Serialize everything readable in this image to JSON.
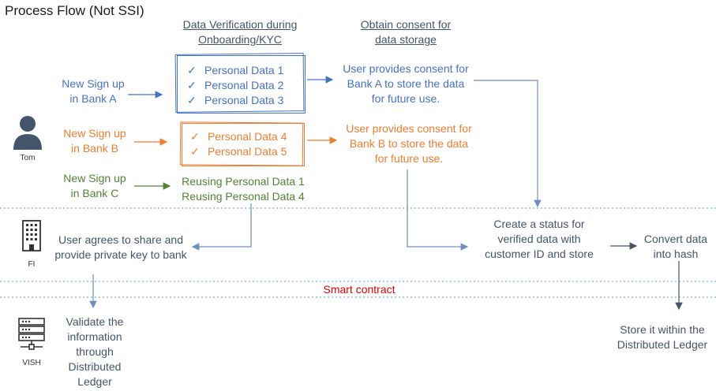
{
  "title": "Process Flow (Not SSI)",
  "headers": {
    "verification": [
      "Data Verification during",
      "Onboarding/KYC"
    ],
    "consent": [
      "Obtain consent for",
      "data storage"
    ]
  },
  "actors": {
    "user_label": "Tom",
    "fi_label": "FI",
    "vish_label": "VISH"
  },
  "signups": {
    "bank_a": [
      "New Sign up",
      "in Bank A"
    ],
    "bank_b": [
      "New Sign up",
      "in Bank B"
    ],
    "bank_c": [
      "New Sign up",
      "in Bank C"
    ]
  },
  "data_boxes": {
    "bank_a": [
      "Personal Data 1",
      "Personal Data 2",
      "Personal Data 3"
    ],
    "bank_b": [
      "Personal Data 4",
      "Personal Data 5"
    ],
    "check_mark": "✓"
  },
  "reuse": [
    "Reusing Personal Data 1",
    "Reusing Personal Data 4"
  ],
  "consent_texts": {
    "bank_a": [
      "User provides consent for",
      "Bank A to store the data",
      "for future use."
    ],
    "bank_b": [
      "User provides consent for",
      "Bank B to store the data",
      "for future use."
    ]
  },
  "user_agrees": [
    "User agrees to share and",
    "provide private key to bank"
  ],
  "create_status": [
    "Create a status for",
    "verified data with",
    "customer ID and store"
  ],
  "convert_hash": [
    "Convert data",
    "into hash"
  ],
  "smart_contract": "Smart contract",
  "validate": [
    "Validate the",
    "information",
    "through",
    "Distributed",
    "Ledger"
  ],
  "store_ledger": [
    "Store it within the",
    "Distributed Ledger"
  ],
  "colors": {
    "bank_a": "#4472c4",
    "bank_b": "#ed7d31",
    "bank_c": "#548235",
    "neutral": "#44546a",
    "divider": "#5b9bd5",
    "smart_contract": "#e00000"
  },
  "icons": [
    "person-icon",
    "building-icon",
    "server-icon"
  ]
}
